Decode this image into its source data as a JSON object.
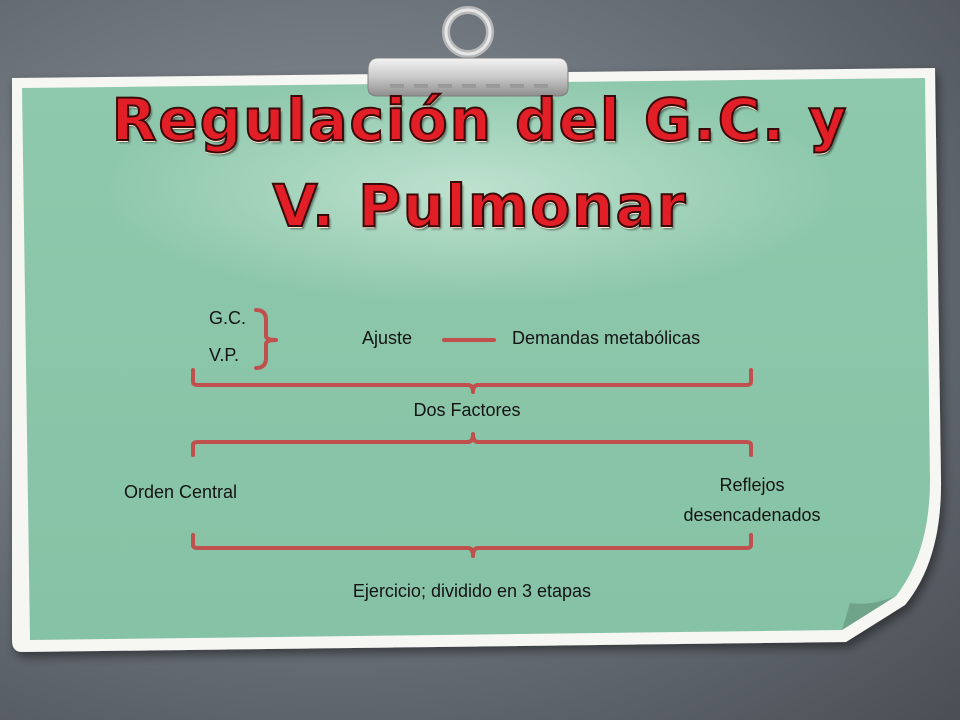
{
  "title": {
    "line1": "Regulación del G.C. y",
    "line2": "V. Pulmonar"
  },
  "diagram": {
    "gc": "G.C.",
    "vp": "V.P.",
    "ajuste": "Ajuste",
    "demandas": "Demandas metabólicas",
    "dos_factores": "Dos Factores",
    "orden_central": "Orden Central",
    "reflejos_line1": "Reflejos",
    "reflejos_line2": "desencadenados",
    "ejercicio": "Ejercicio; dividido en 3 etapas"
  },
  "colors": {
    "paper": "#8fc9ad",
    "bracket": "#c0504d",
    "text": "#141414",
    "title": "#e21f26"
  }
}
